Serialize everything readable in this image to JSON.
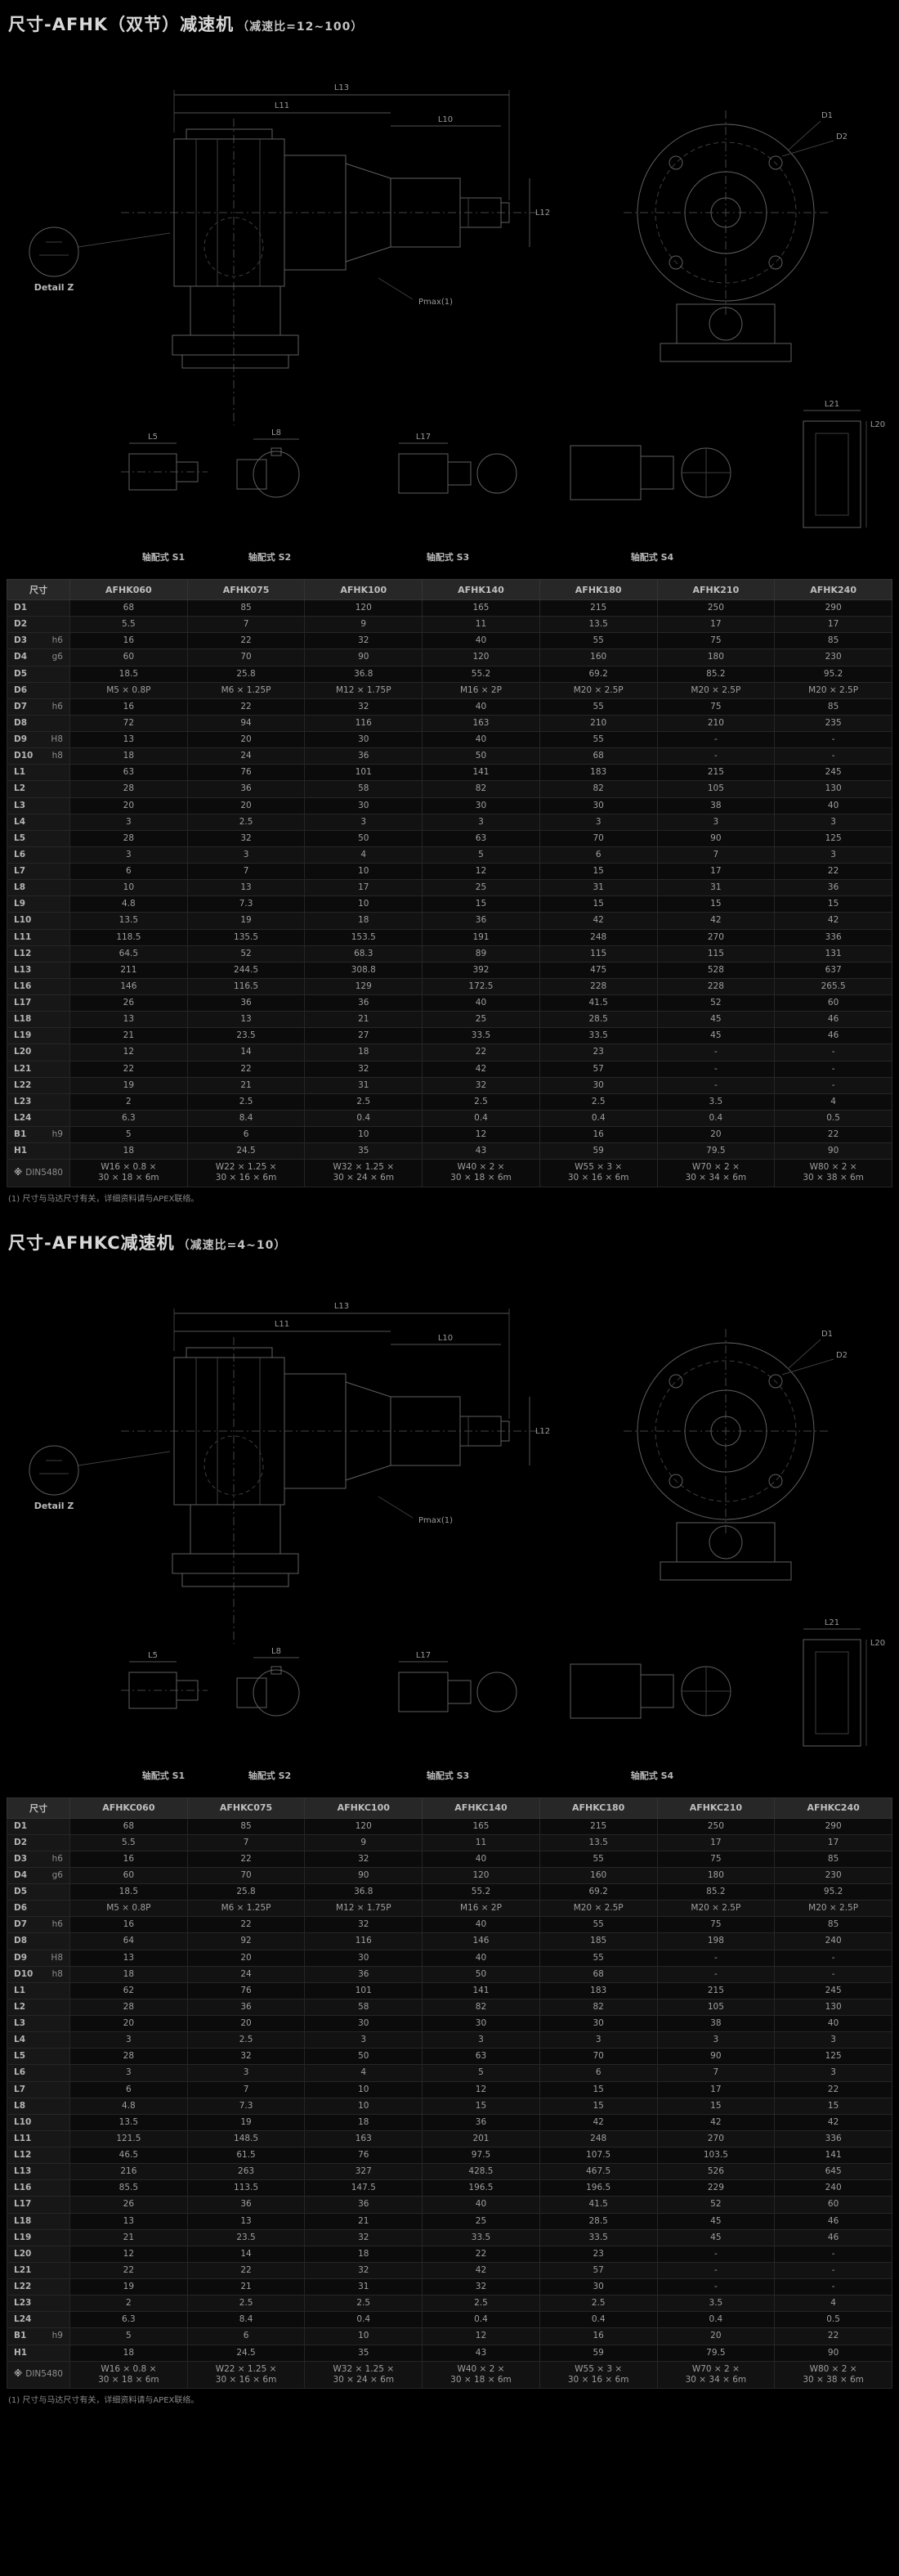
{
  "sections": [
    {
      "title": "尺寸-AFHK（双节）减速机",
      "title_suffix": "（减速比=12~100）",
      "footnote": "(1) 尺寸与马达尺寸有关，详细资料请与APEX联络。",
      "drawing": {
        "dim_l13": "L13",
        "dim_l11": "L11",
        "dim_l10": "L10",
        "dim_l12": "L12",
        "dim_d1": "D1",
        "dim_d2": "D2",
        "dim_l5": "L5",
        "dim_l8": "L8",
        "dim_l17": "L17",
        "dim_l21": "L21",
        "dim_l20": "L20",
        "pmax": "Pmax(1)",
        "detail": "Detail Z",
        "captions": [
          "轴配式 S1",
          "轴配式 S2",
          "轴配式 S3",
          "轴配式 S4"
        ]
      },
      "table": {
        "header": [
          "尺寸",
          "AFHK060",
          "AFHK075",
          "AFHK100",
          "AFHK140",
          "AFHK180",
          "AFHK210",
          "AFHK240"
        ],
        "rows": [
          {
            "dim": "D1",
            "tol": "",
            "values": [
              "68",
              "85",
              "120",
              "165",
              "215",
              "250",
              "290"
            ]
          },
          {
            "dim": "D2",
            "tol": "",
            "values": [
              "5.5",
              "7",
              "9",
              "11",
              "13.5",
              "17",
              "17"
            ]
          },
          {
            "dim": "D3",
            "tol": "h6",
            "values": [
              "16",
              "22",
              "32",
              "40",
              "55",
              "75",
              "85"
            ]
          },
          {
            "dim": "D4",
            "tol": "g6",
            "values": [
              "60",
              "70",
              "90",
              "120",
              "160",
              "180",
              "230"
            ]
          },
          {
            "dim": "D5",
            "tol": "",
            "values": [
              "18.5",
              "25.8",
              "36.8",
              "55.2",
              "69.2",
              "85.2",
              "95.2"
            ]
          },
          {
            "dim": "D6",
            "tol": "",
            "values": [
              "M5 × 0.8P",
              "M6 × 1.25P",
              "M12 × 1.75P",
              "M16 × 2P",
              "M20 × 2.5P",
              "M20 × 2.5P",
              "M20 × 2.5P"
            ]
          },
          {
            "dim": "D7",
            "tol": "h6",
            "values": [
              "16",
              "22",
              "32",
              "40",
              "55",
              "75",
              "85"
            ]
          },
          {
            "dim": "D8",
            "tol": "",
            "values": [
              "72",
              "94",
              "116",
              "163",
              "210",
              "210",
              "235"
            ]
          },
          {
            "dim": "D9",
            "tol": "H8",
            "values": [
              "13",
              "20",
              "30",
              "40",
              "55",
              "-",
              "-"
            ]
          },
          {
            "dim": "D10",
            "tol": "h8",
            "values": [
              "18",
              "24",
              "36",
              "50",
              "68",
              "-",
              "-"
            ]
          },
          {
            "dim": "L1",
            "tol": "",
            "values": [
              "63",
              "76",
              "101",
              "141",
              "183",
              "215",
              "245"
            ]
          },
          {
            "dim": "L2",
            "tol": "",
            "values": [
              "28",
              "36",
              "58",
              "82",
              "82",
              "105",
              "130"
            ]
          },
          {
            "dim": "L3",
            "tol": "",
            "values": [
              "20",
              "20",
              "30",
              "30",
              "30",
              "38",
              "40"
            ]
          },
          {
            "dim": "L4",
            "tol": "",
            "values": [
              "3",
              "2.5",
              "3",
              "3",
              "3",
              "3",
              "3"
            ]
          },
          {
            "dim": "L5",
            "tol": "",
            "values": [
              "28",
              "32",
              "50",
              "63",
              "70",
              "90",
              "125"
            ]
          },
          {
            "dim": "L6",
            "tol": "",
            "values": [
              "3",
              "3",
              "4",
              "5",
              "6",
              "7",
              "3"
            ]
          },
          {
            "dim": "L7",
            "tol": "",
            "values": [
              "6",
              "7",
              "10",
              "12",
              "15",
              "17",
              "22"
            ]
          },
          {
            "dim": "L8",
            "tol": "",
            "values": [
              "10",
              "13",
              "17",
              "25",
              "31",
              "31",
              "36"
            ]
          },
          {
            "dim": "L9",
            "tol": "",
            "values": [
              "4.8",
              "7.3",
              "10",
              "15",
              "15",
              "15",
              "15"
            ]
          },
          {
            "dim": "L10",
            "tol": "",
            "values": [
              "13.5",
              "19",
              "18",
              "36",
              "42",
              "42",
              "42"
            ]
          },
          {
            "dim": "L11",
            "tol": "",
            "values": [
              "118.5",
              "135.5",
              "153.5",
              "191",
              "248",
              "270",
              "336"
            ]
          },
          {
            "dim": "L12",
            "tol": "",
            "values": [
              "64.5",
              "52",
              "68.3",
              "89",
              "115",
              "115",
              "131"
            ]
          },
          {
            "dim": "L13",
            "tol": "",
            "values": [
              "211",
              "244.5",
              "308.8",
              "392",
              "475",
              "528",
              "637"
            ]
          },
          {
            "dim": "L16",
            "tol": "",
            "values": [
              "146",
              "116.5",
              "129",
              "172.5",
              "228",
              "228",
              "265.5"
            ]
          },
          {
            "dim": "L17",
            "tol": "",
            "values": [
              "26",
              "36",
              "36",
              "40",
              "41.5",
              "52",
              "60"
            ]
          },
          {
            "dim": "L18",
            "tol": "",
            "values": [
              "13",
              "13",
              "21",
              "25",
              "28.5",
              "45",
              "46"
            ]
          },
          {
            "dim": "L19",
            "tol": "",
            "values": [
              "21",
              "23.5",
              "27",
              "33.5",
              "33.5",
              "45",
              "46"
            ]
          },
          {
            "dim": "L20",
            "tol": "",
            "values": [
              "12",
              "14",
              "18",
              "22",
              "23",
              "-",
              "-"
            ]
          },
          {
            "dim": "L21",
            "tol": "",
            "values": [
              "22",
              "22",
              "32",
              "42",
              "57",
              "-",
              "-"
            ]
          },
          {
            "dim": "L22",
            "tol": "",
            "values": [
              "19",
              "21",
              "31",
              "32",
              "30",
              "-",
              "-"
            ]
          },
          {
            "dim": "L23",
            "tol": "",
            "values": [
              "2",
              "2.5",
              "2.5",
              "2.5",
              "2.5",
              "3.5",
              "4"
            ]
          },
          {
            "dim": "L24",
            "tol": "",
            "values": [
              "6.3",
              "8.4",
              "0.4",
              "0.4",
              "0.4",
              "0.4",
              "0.5"
            ]
          },
          {
            "dim": "B1",
            "tol": "h9",
            "values": [
              "5",
              "6",
              "10",
              "12",
              "16",
              "20",
              "22"
            ]
          },
          {
            "dim": "H1",
            "tol": "",
            "values": [
              "18",
              "24.5",
              "35",
              "43",
              "59",
              "79.5",
              "90"
            ]
          },
          {
            "dim": "※",
            "tol": "DIN5480",
            "values": [
              "W16 × 0.8 ×\n30 × 18 × 6m",
              "W22 × 1.25 ×\n30 × 16 × 6m",
              "W32 × 1.25 ×\n30 × 24 × 6m",
              "W40 × 2 ×\n30 × 18 × 6m",
              "W55 × 3 ×\n30 × 16 × 6m",
              "W70 × 2 ×\n30 × 34 × 6m",
              "W80 × 2 ×\n30 × 38 × 6m"
            ]
          }
        ]
      }
    },
    {
      "title": "尺寸-AFHKC减速机",
      "title_suffix": "（减速比=4~10）",
      "footnote": "(1) 尺寸与马达尺寸有关，详细资料请与APEX联络。",
      "drawing": {
        "dim_l13": "L13",
        "dim_l11": "L11",
        "dim_l10": "L10",
        "dim_l12": "L12",
        "dim_d1": "D1",
        "dim_d2": "D2",
        "dim_l5": "L5",
        "dim_l8": "L8",
        "dim_l17": "L17",
        "dim_l21": "L21",
        "dim_l20": "L20",
        "pmax": "Pmax(1)",
        "detail": "Detail Z",
        "captions": [
          "轴配式 S1",
          "轴配式 S2",
          "轴配式 S3",
          "轴配式 S4"
        ]
      },
      "table": {
        "header": [
          "尺寸",
          "AFHKC060",
          "AFHKC075",
          "AFHKC100",
          "AFHKC140",
          "AFHKC180",
          "AFHKC210",
          "AFHKC240"
        ],
        "rows": [
          {
            "dim": "D1",
            "tol": "",
            "values": [
              "68",
              "85",
              "120",
              "165",
              "215",
              "250",
              "290"
            ]
          },
          {
            "dim": "D2",
            "tol": "",
            "values": [
              "5.5",
              "7",
              "9",
              "11",
              "13.5",
              "17",
              "17"
            ]
          },
          {
            "dim": "D3",
            "tol": "h6",
            "values": [
              "16",
              "22",
              "32",
              "40",
              "55",
              "75",
              "85"
            ]
          },
          {
            "dim": "D4",
            "tol": "g6",
            "values": [
              "60",
              "70",
              "90",
              "120",
              "160",
              "180",
              "230"
            ]
          },
          {
            "dim": "D5",
            "tol": "",
            "values": [
              "18.5",
              "25.8",
              "36.8",
              "55.2",
              "69.2",
              "85.2",
              "95.2"
            ]
          },
          {
            "dim": "D6",
            "tol": "",
            "values": [
              "M5 × 0.8P",
              "M6 × 1.25P",
              "M12 × 1.75P",
              "M16 × 2P",
              "M20 × 2.5P",
              "M20 × 2.5P",
              "M20 × 2.5P"
            ]
          },
          {
            "dim": "D7",
            "tol": "h6",
            "values": [
              "16",
              "22",
              "32",
              "40",
              "55",
              "75",
              "85"
            ]
          },
          {
            "dim": "D8",
            "tol": "",
            "values": [
              "64",
              "92",
              "116",
              "146",
              "185",
              "198",
              "240"
            ]
          },
          {
            "dim": "D9",
            "tol": "H8",
            "values": [
              "13",
              "20",
              "30",
              "40",
              "55",
              "-",
              "-"
            ]
          },
          {
            "dim": "D10",
            "tol": "h8",
            "values": [
              "18",
              "24",
              "36",
              "50",
              "68",
              "-",
              "-"
            ]
          },
          {
            "dim": "L1",
            "tol": "",
            "values": [
              "62",
              "76",
              "101",
              "141",
              "183",
              "215",
              "245"
            ]
          },
          {
            "dim": "L2",
            "tol": "",
            "values": [
              "28",
              "36",
              "58",
              "82",
              "82",
              "105",
              "130"
            ]
          },
          {
            "dim": "L3",
            "tol": "",
            "values": [
              "20",
              "20",
              "30",
              "30",
              "30",
              "38",
              "40"
            ]
          },
          {
            "dim": "L4",
            "tol": "",
            "values": [
              "3",
              "2.5",
              "3",
              "3",
              "3",
              "3",
              "3"
            ]
          },
          {
            "dim": "L5",
            "tol": "",
            "values": [
              "28",
              "32",
              "50",
              "63",
              "70",
              "90",
              "125"
            ]
          },
          {
            "dim": "L6",
            "tol": "",
            "values": [
              "3",
              "3",
              "4",
              "5",
              "6",
              "7",
              "3"
            ]
          },
          {
            "dim": "L7",
            "tol": "",
            "values": [
              "6",
              "7",
              "10",
              "12",
              "15",
              "17",
              "22"
            ]
          },
          {
            "dim": "L8",
            "tol": "",
            "values": [
              "4.8",
              "7.3",
              "10",
              "15",
              "15",
              "15",
              "15"
            ]
          },
          {
            "dim": "L10",
            "tol": "",
            "values": [
              "13.5",
              "19",
              "18",
              "36",
              "42",
              "42",
              "42"
            ]
          },
          {
            "dim": "L11",
            "tol": "",
            "values": [
              "121.5",
              "148.5",
              "163",
              "201",
              "248",
              "270",
              "336"
            ]
          },
          {
            "dim": "L12",
            "tol": "",
            "values": [
              "46.5",
              "61.5",
              "76",
              "97.5",
              "107.5",
              "103.5",
              "141"
            ]
          },
          {
            "dim": "L13",
            "tol": "",
            "values": [
              "216",
              "263",
              "327",
              "428.5",
              "467.5",
              "526",
              "645"
            ]
          },
          {
            "dim": "L16",
            "tol": "",
            "values": [
              "85.5",
              "113.5",
              "147.5",
              "196.5",
              "196.5",
              "229",
              "240"
            ]
          },
          {
            "dim": "L17",
            "tol": "",
            "values": [
              "26",
              "36",
              "36",
              "40",
              "41.5",
              "52",
              "60"
            ]
          },
          {
            "dim": "L18",
            "tol": "",
            "values": [
              "13",
              "13",
              "21",
              "25",
              "28.5",
              "45",
              "46"
            ]
          },
          {
            "dim": "L19",
            "tol": "",
            "values": [
              "21",
              "23.5",
              "32",
              "33.5",
              "33.5",
              "45",
              "46"
            ]
          },
          {
            "dim": "L20",
            "tol": "",
            "values": [
              "12",
              "14",
              "18",
              "22",
              "23",
              "-",
              "-"
            ]
          },
          {
            "dim": "L21",
            "tol": "",
            "values": [
              "22",
              "22",
              "32",
              "42",
              "57",
              "-",
              "-"
            ]
          },
          {
            "dim": "L22",
            "tol": "",
            "values": [
              "19",
              "21",
              "31",
              "32",
              "30",
              "-",
              "-"
            ]
          },
          {
            "dim": "L23",
            "tol": "",
            "values": [
              "2",
              "2.5",
              "2.5",
              "2.5",
              "2.5",
              "3.5",
              "4"
            ]
          },
          {
            "dim": "L24",
            "tol": "",
            "values": [
              "6.3",
              "8.4",
              "0.4",
              "0.4",
              "0.4",
              "0.4",
              "0.5"
            ]
          },
          {
            "dim": "B1",
            "tol": "h9",
            "values": [
              "5",
              "6",
              "10",
              "12",
              "16",
              "20",
              "22"
            ]
          },
          {
            "dim": "H1",
            "tol": "",
            "values": [
              "18",
              "24.5",
              "35",
              "43",
              "59",
              "79.5",
              "90"
            ]
          },
          {
            "dim": "※",
            "tol": "DIN5480",
            "values": [
              "W16 × 0.8 ×\n30 × 18 × 6m",
              "W22 × 1.25 ×\n30 × 16 × 6m",
              "W32 × 1.25 ×\n30 × 24 × 6m",
              "W40 × 2 ×\n30 × 18 × 6m",
              "W55 × 3 ×\n30 × 16 × 6m",
              "W70 × 2 ×\n30 × 34 × 6m",
              "W80 × 2 ×\n30 × 38 × 6m"
            ]
          }
        ]
      }
    }
  ]
}
